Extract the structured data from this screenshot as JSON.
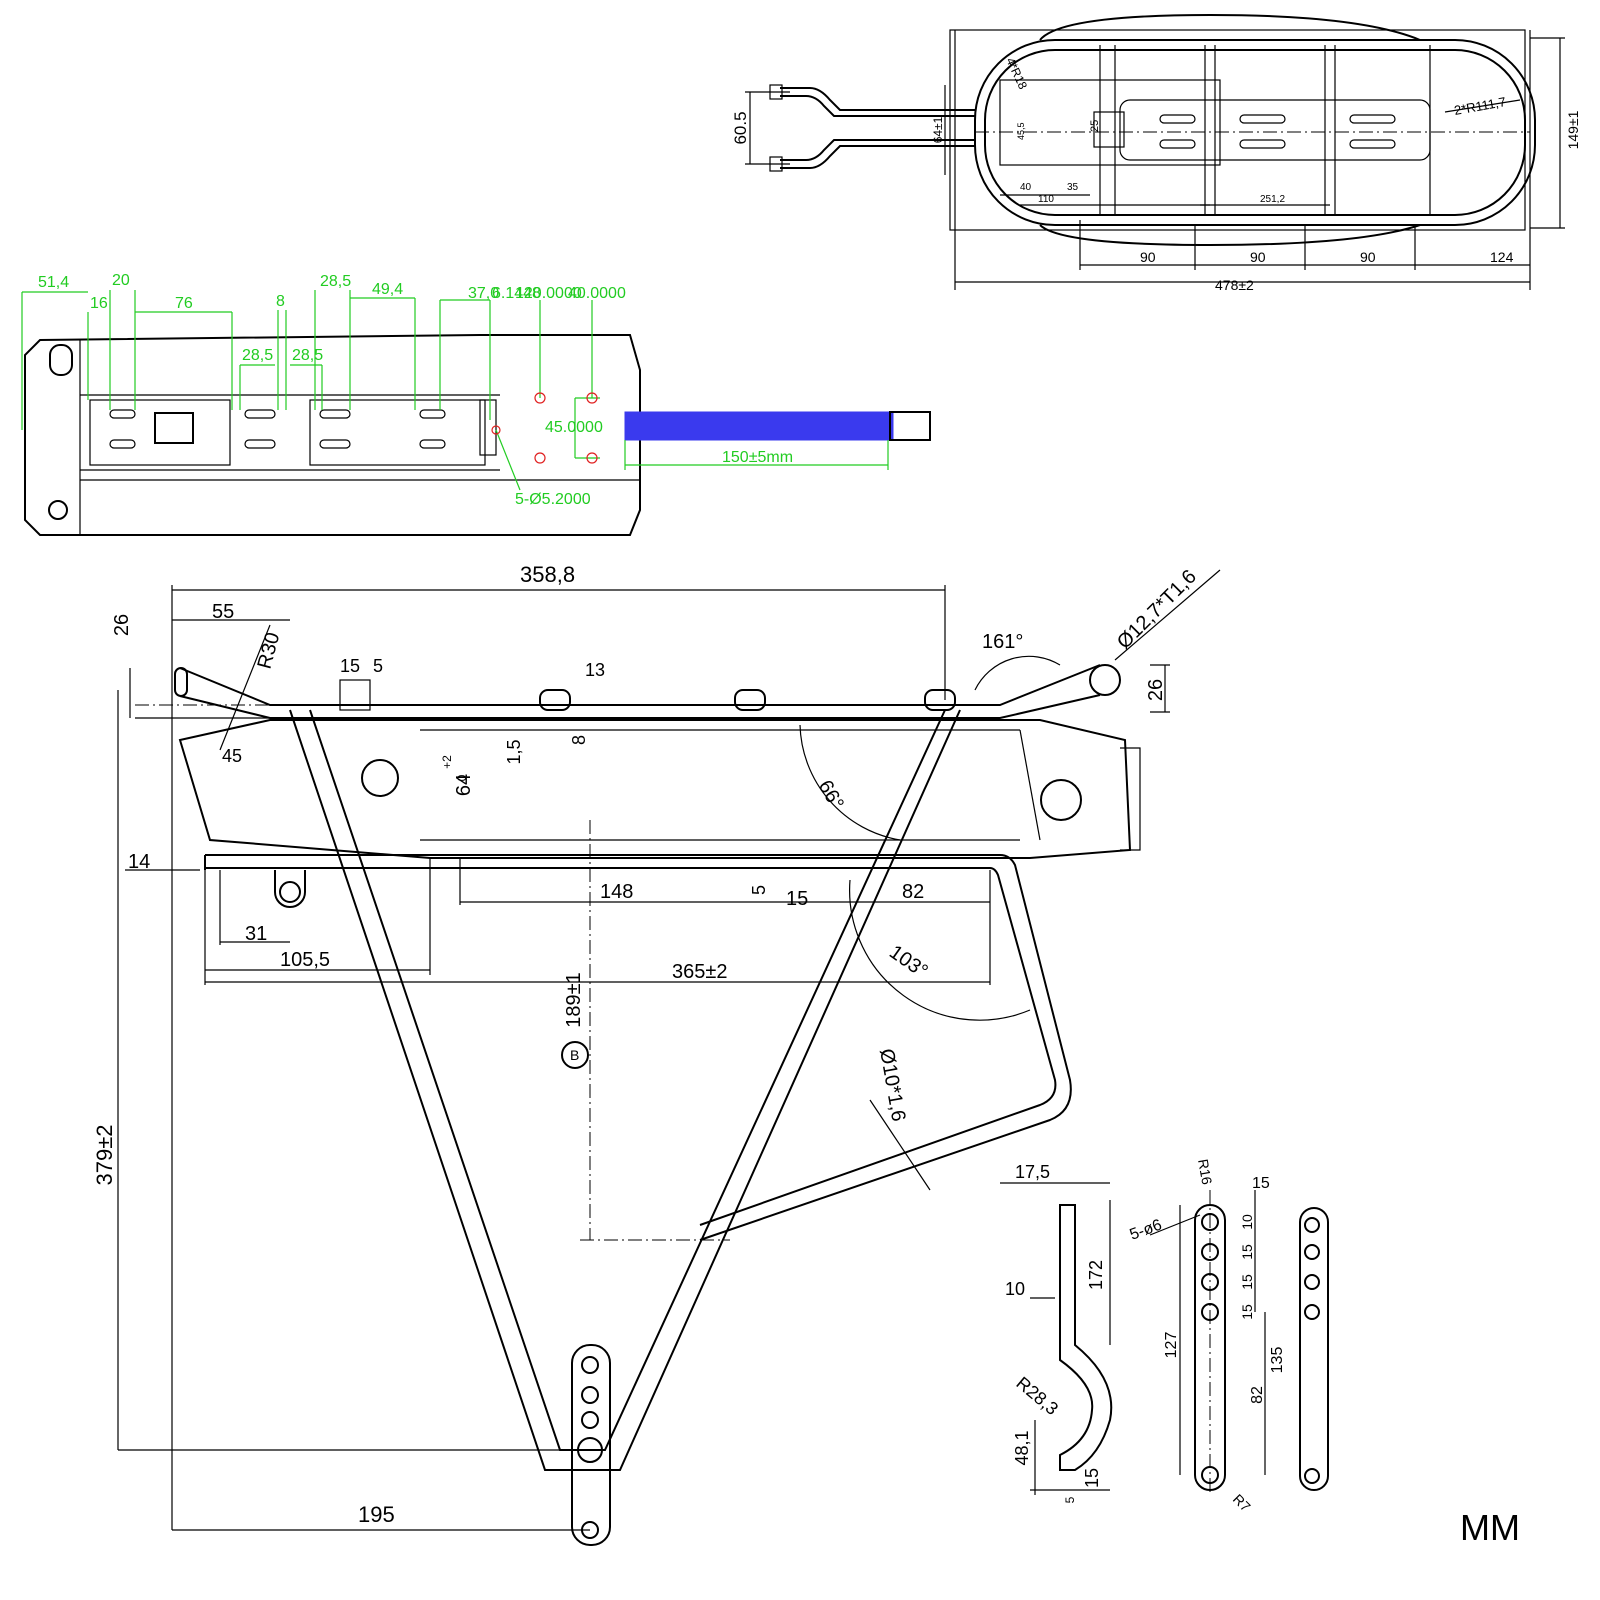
{
  "unit_label": "MM",
  "top_view": {
    "dims": [
      "60.5",
      "64±1",
      "4*R18",
      "45,5",
      "25",
      "40",
      "35",
      "110",
      "251,2",
      "2*R111,7",
      "149±1",
      "90",
      "90",
      "90",
      "124",
      "478±2"
    ]
  },
  "battery_view": {
    "dims": [
      "51,4",
      "20",
      "16",
      "76",
      "8",
      "28,5",
      "49,4",
      "37,0",
      "6.1448",
      "120.0000",
      "40.0000",
      "28,5",
      "28,5",
      "45.0000",
      "150±5mm",
      "5-Ø5.2000"
    ]
  },
  "side_view": {
    "dims": [
      "358,8",
      "26",
      "55",
      "R30",
      "15",
      "5",
      "13",
      "161°",
      "Ø12,7*T1,6",
      "26",
      "45",
      "1,5",
      "8",
      "64",
      "+2",
      "0",
      "66°",
      "14",
      "148",
      "5",
      "15",
      "82",
      "31",
      "105,5",
      "365±2",
      "103°",
      "189±1",
      "Ø10*1,6",
      "379±2",
      "195"
    ]
  },
  "struts": {
    "left_dims": [
      "17,5",
      "172",
      "10",
      "R28,3",
      "48,1",
      "15",
      "5"
    ],
    "middle_dims": [
      "R16",
      "15",
      "5-ø6",
      "10",
      "15",
      "15",
      "15",
      "127",
      "82",
      "R7"
    ],
    "right_dims": [
      "135"
    ]
  },
  "marker_b": "B"
}
